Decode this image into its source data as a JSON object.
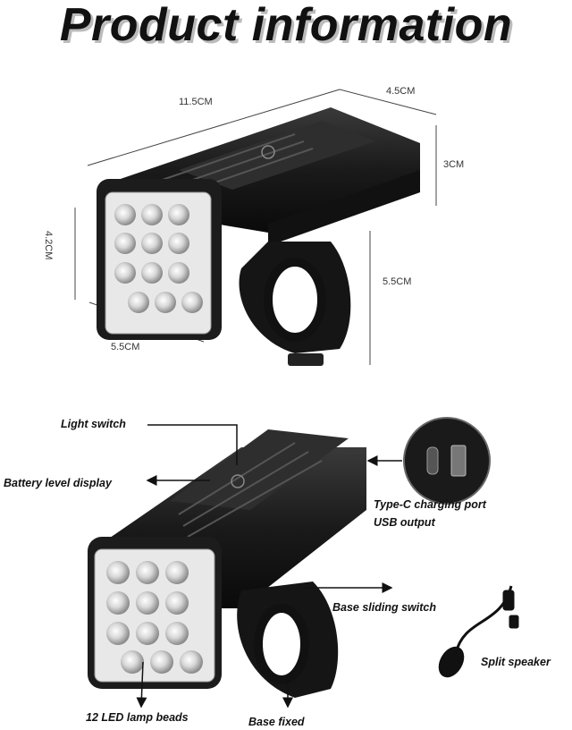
{
  "title": "Product information",
  "dimensions": {
    "length": "11.5CM",
    "width": "4.5CM",
    "height_back": "3CM",
    "height_front": "4.2CM",
    "mount_height": "5.5CM",
    "front_width": "5.5CM"
  },
  "callouts": {
    "light_switch": "Light switch",
    "battery_display": "Battery level display",
    "charging_port": "Type-C charging port",
    "usb_output": "USB output",
    "base_sliding": "Base sliding switch",
    "split_speaker": "Split speaker",
    "lamp_beads": "12 LED lamp beads",
    "base_fixed": "Base fixed"
  }
}
